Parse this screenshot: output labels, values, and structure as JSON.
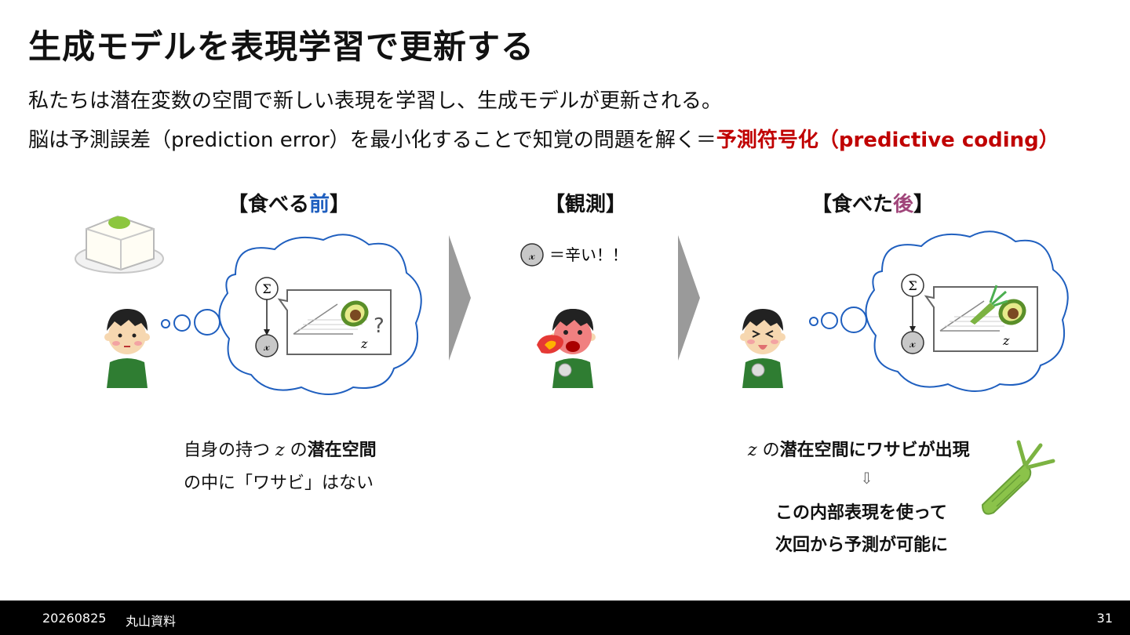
{
  "title": "生成モデルを表現学習で更新する",
  "line1": "私たちは潜在変数の空間で新しい表現を学習し、生成モデルが更新される。",
  "line2_normal": "脳は予測誤差（prediction error）を最小化することで知覚の問題を解く＝",
  "line2_red": "予測符号化（predictive coding）",
  "panels": {
    "before": {
      "head_a": "【食べる",
      "head_b": "前",
      "head_c": "】"
    },
    "observe": {
      "head": "【観測】",
      "obs_text": "＝辛い！！"
    },
    "after": {
      "head_a": "【食べた",
      "head_b": "後",
      "head_c": "】"
    }
  },
  "symbols": {
    "sigma": "Σ",
    "x": "𝓍",
    "z": "z",
    "question": "?"
  },
  "captions": {
    "left_1a": "自身の持つ",
    "left_1z": "z",
    "left_1b": "の",
    "left_1c": "潜在空間",
    "left_2": "の中に「ワサビ」はない",
    "right_1z": "z",
    "right_1a": "の",
    "right_1b": "潜在空間",
    "right_1c": "にワサビが出現",
    "right_arrow": "⇩",
    "right_2": "この内部表現を使って",
    "right_3": "次回から予測が可能に"
  },
  "footer": {
    "date": "20260825",
    "label": "丸山資料",
    "page": "31"
  },
  "colors": {
    "red": "#c00000",
    "blue": "#1f5fbf",
    "purple": "#a0457a",
    "shirt": "#2f7d32"
  }
}
